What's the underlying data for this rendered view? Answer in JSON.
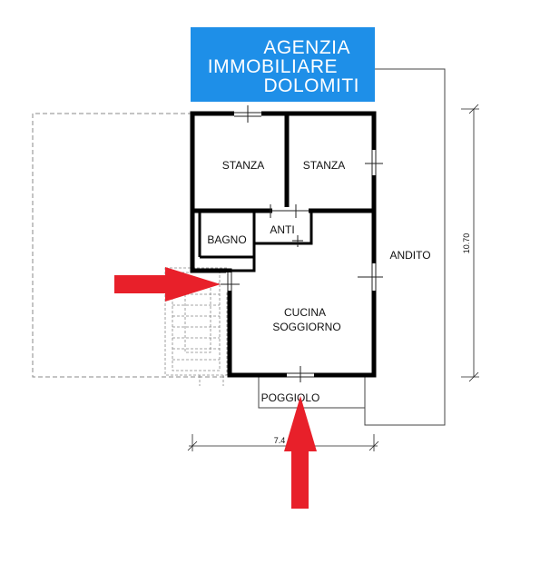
{
  "logo": {
    "lines": [
      "AGENZIA",
      "IMMOBILIARE",
      "DOLOMITI"
    ],
    "background": "#1e8fe8",
    "text_color": "#ffffff"
  },
  "rooms": {
    "stanza_1": "STANZA",
    "stanza_2": "STANZA",
    "bagno": "BAGNO",
    "anti": "ANTI",
    "cucina_line1": "CUCINA",
    "cucina_line2": "SOGGIORNO",
    "andito": "ANDITO",
    "poggiolo": "POGGIOLO"
  },
  "dimensions": {
    "width": "7.4",
    "height": "10.70"
  },
  "colors": {
    "wall": "#000000",
    "arrow": "#e8202a",
    "outline": "#444444",
    "dashed": "#777777"
  }
}
